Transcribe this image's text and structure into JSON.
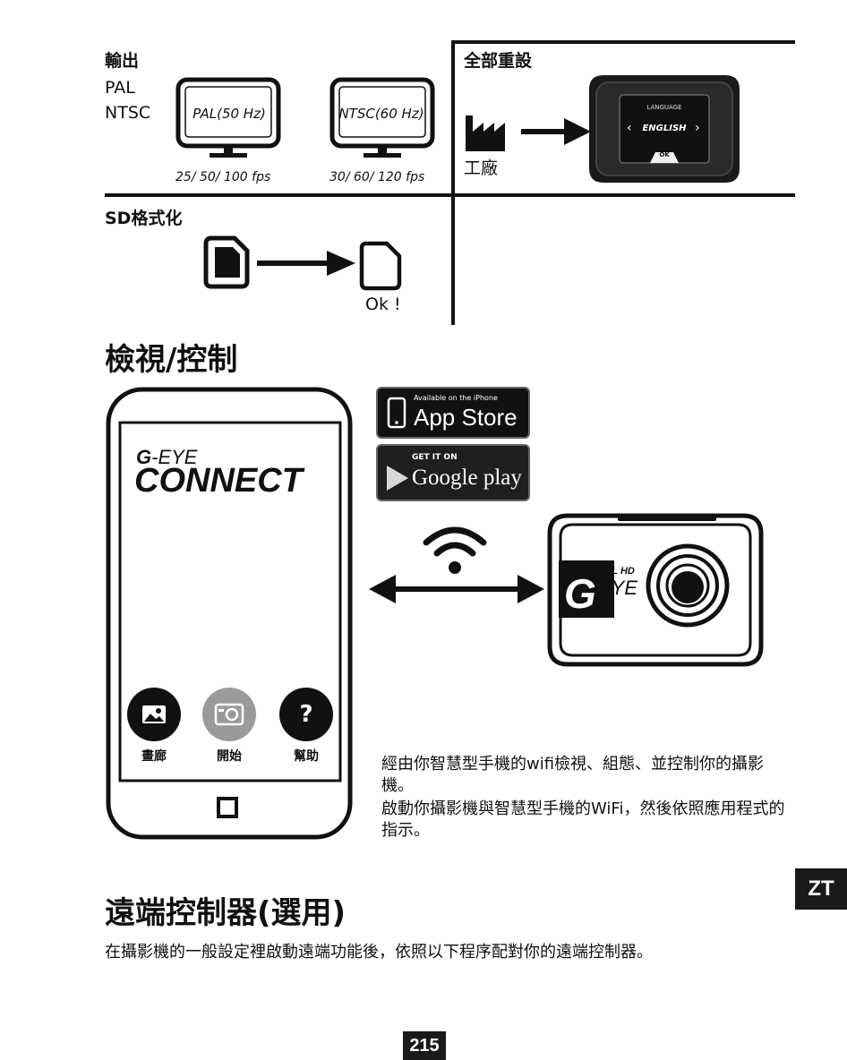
{
  "output_section": {
    "title": "輸出",
    "options": [
      "PAL",
      "NTSC"
    ],
    "pal_screen": "PAL(50 Hz)",
    "ntsc_screen": "NTSC(60 Hz)",
    "pal_fps": "25/ 50/ 100 fps",
    "ntsc_fps": "30/ 60/ 120 fps"
  },
  "reset_section": {
    "title": "全部重設",
    "factory_label": "工廠",
    "screen_header": "LANGUAGE",
    "screen_value": "ENGLISH",
    "screen_ok": "OK"
  },
  "sd_section": {
    "title": "SD格式化",
    "result": "Ok !"
  },
  "view_section": {
    "heading": "檢視/控制",
    "app_brand_prefix": "G",
    "app_brand_suffix": "-EYE",
    "app_name": "CONNECT",
    "app_buttons": [
      "畫廊",
      "開始",
      "幫助"
    ],
    "help_glyph": "?",
    "appstore_small": "Available on the iPhone",
    "appstore_big": "App Store",
    "gplay_small": "GET IT ON",
    "gplay_big": "Google play",
    "camera_badge": "FULL HD",
    "camera_logo_letter": "G",
    "camera_logo_word": "EYE",
    "paragraph1": "經由你智慧型手機的wifi檢視、組態、並控制你的攝影機。",
    "paragraph2": "啟動你攝影機與智慧型手機的WiFi，然後依照應用程式的指示。"
  },
  "remote_section": {
    "heading": "遠端控制器(選用)",
    "body": "在攝影機的一般設定裡啟動遠端功能後，依照以下程序配對你的遠端控制器。"
  },
  "side_tab": "ZT",
  "page_number": "215",
  "colors": {
    "ink": "#111111",
    "gray_button": "#9a9a9a"
  }
}
